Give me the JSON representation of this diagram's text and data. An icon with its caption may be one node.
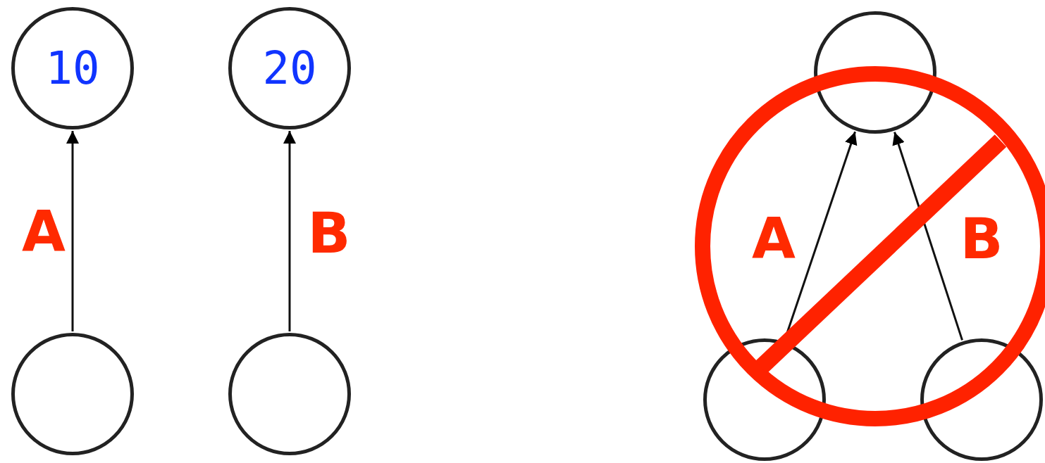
{
  "diagram": {
    "nodes": [
      {
        "text": [
          "10"
        ]
      },
      {
        "text": [
          "20"
        ]
      },
      {
        "text": [],
        "shape": "circle"
      },
      {
        "text": [],
        "shape": "circle"
      },
      {
        "text": [],
        "shape": "circle"
      },
      {
        "text": [],
        "shape": "circle"
      },
      {
        "text": [],
        "shape": "circle"
      }
    ],
    "edges": [
      {
        "from": 2,
        "to": 0,
        "arrow": "to",
        "label": "A"
      },
      {
        "from": 3,
        "to": 1,
        "arrow": "to",
        "label": "B"
      },
      {
        "from": 5,
        "to": 4,
        "arrow": "to",
        "label": "A"
      },
      {
        "from": 6,
        "to": 4,
        "arrow": "to",
        "label": "B"
      }
    ]
  }
}
